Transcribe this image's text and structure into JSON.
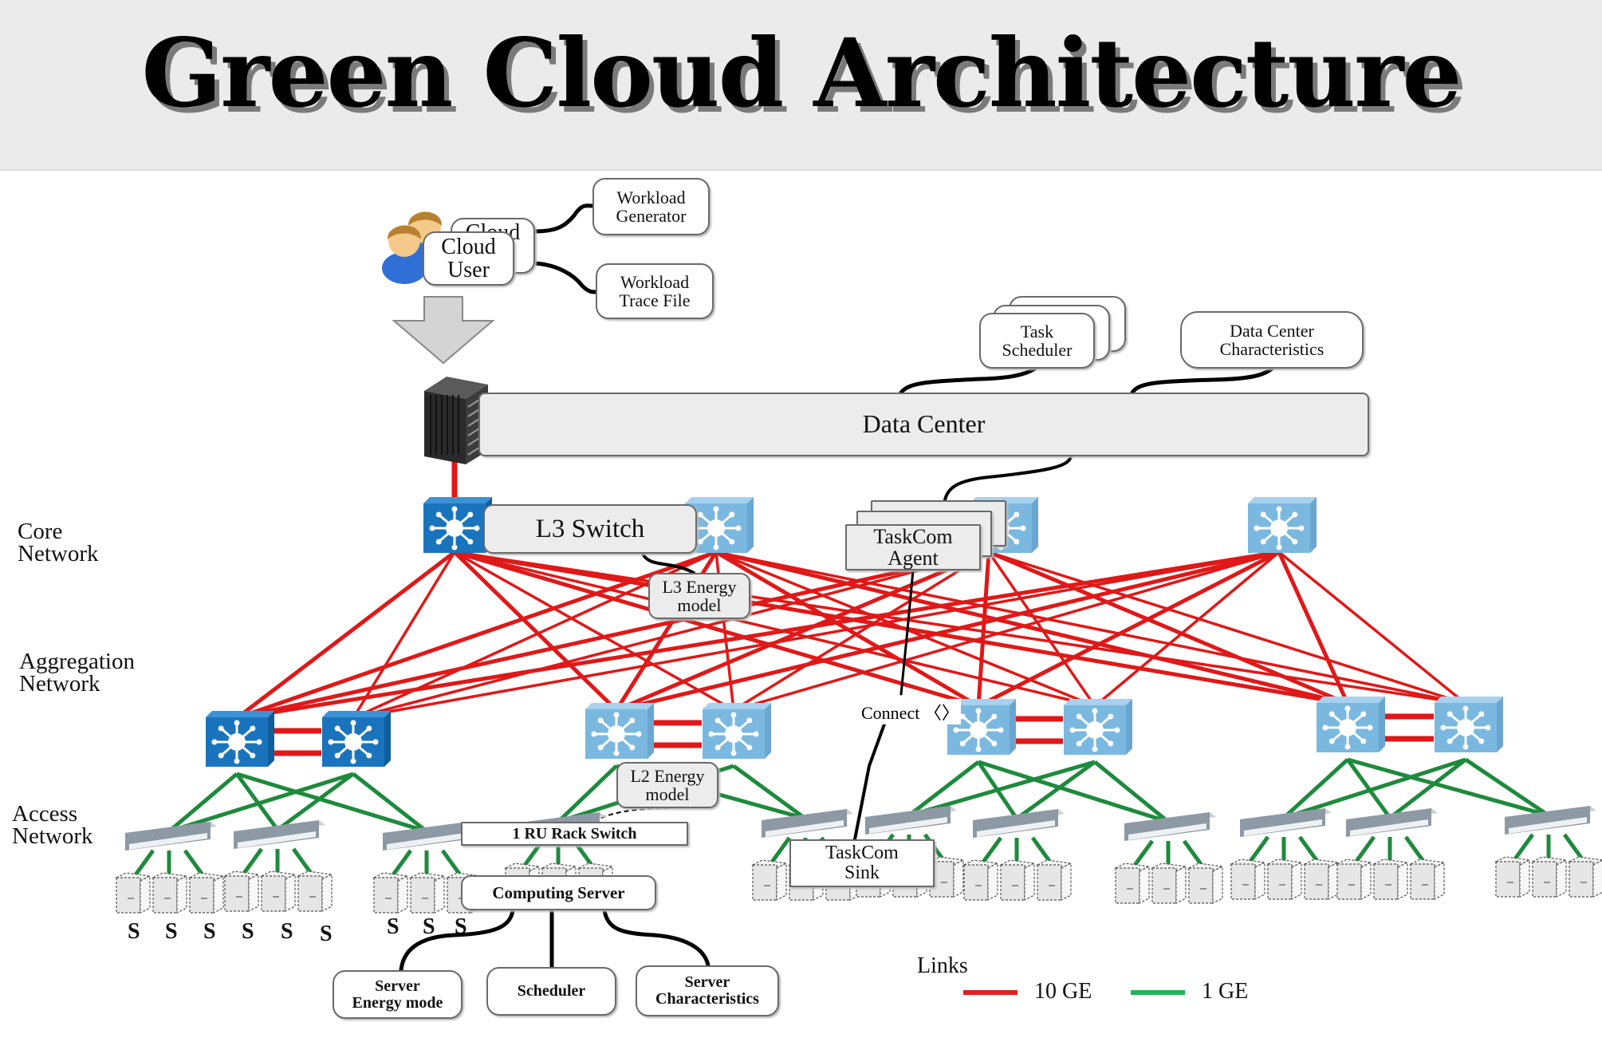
{
  "title": "Green Cloud Architecture",
  "cloud_user": {
    "label": "Cloud User",
    "line1": "Cloud",
    "line2": "User",
    "back_label": "Cloud"
  },
  "workload_generator": {
    "line1": "Workload",
    "line2": "Generator"
  },
  "workload_trace": {
    "line1": "Workload",
    "line2": "Trace File"
  },
  "task_scheduler": {
    "line1": "Task",
    "line2": "Scheduler"
  },
  "dc_characteristics": {
    "line1": "Data Center",
    "line2": "Characteristics"
  },
  "data_center": {
    "label": "Data Center"
  },
  "l3_switch": {
    "label": "L3 Switch"
  },
  "taskcom_agent": {
    "line1": "TaskCom",
    "line2": "Agent"
  },
  "l3_energy": {
    "line1": "L3 Energy",
    "line2": "model"
  },
  "l2_energy": {
    "line1": "L2 Energy",
    "line2": "model"
  },
  "connect": {
    "label": "Connect 〈〉"
  },
  "rack_switch": {
    "label": "1 RU Rack Switch"
  },
  "computing_server": {
    "label": "Computing Server"
  },
  "taskcom_sink": {
    "line1": "TaskCom",
    "line2": "Sink"
  },
  "server_energy": {
    "line1": "Server",
    "line2": "Energy mode"
  },
  "scheduler": {
    "label": "Scheduler"
  },
  "server_char": {
    "line1": "Server",
    "line2": "Characteristics"
  },
  "layers": {
    "core": {
      "line1": "Core",
      "line2": "Network"
    },
    "aggregation": {
      "line1": "Aggregation",
      "line2": "Network"
    },
    "access": {
      "line1": "Access",
      "line2": "Network"
    }
  },
  "server_labels": [
    "S",
    "S",
    "S",
    "S",
    "S",
    "S",
    "S",
    "S",
    "S"
  ],
  "legend": {
    "title": "Links",
    "items": [
      {
        "label": "10 GE",
        "color": "#e02020"
      },
      {
        "label": "1 GE",
        "color": "#22b35a"
      }
    ]
  },
  "colors": {
    "link_10ge": "#e01818",
    "link_1ge": "#1e8a3c",
    "switch_dark": "#1a74bd",
    "switch_light": "#7ab8e0"
  }
}
